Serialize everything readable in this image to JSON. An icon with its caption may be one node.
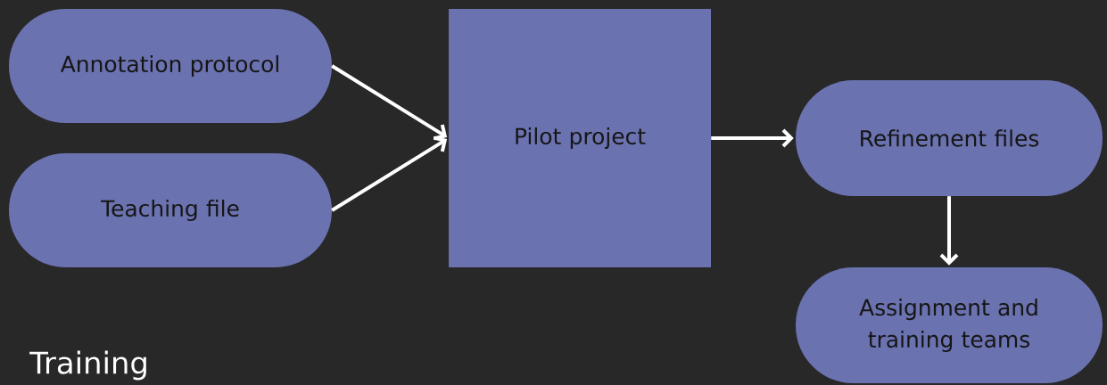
{
  "diagram": {
    "nodes": [
      {
        "text": [
          "Annotation protocol"
        ]
      },
      {
        "text": [
          "Teaching file"
        ]
      },
      {
        "text": [
          "Pilot project"
        ]
      },
      {
        "text": [
          "Refinement files"
        ]
      },
      {
        "text": [
          "Assignment and training teams"
        ]
      }
    ],
    "edges": [
      {
        "from": 0,
        "to": 2,
        "arrow": "to"
      },
      {
        "from": 1,
        "to": 2,
        "arrow": "to"
      },
      {
        "from": 2,
        "to": 3,
        "arrow": "to"
      },
      {
        "from": 3,
        "to": 4,
        "arrow": "to"
      }
    ],
    "labels": [
      "Training"
    ]
  }
}
